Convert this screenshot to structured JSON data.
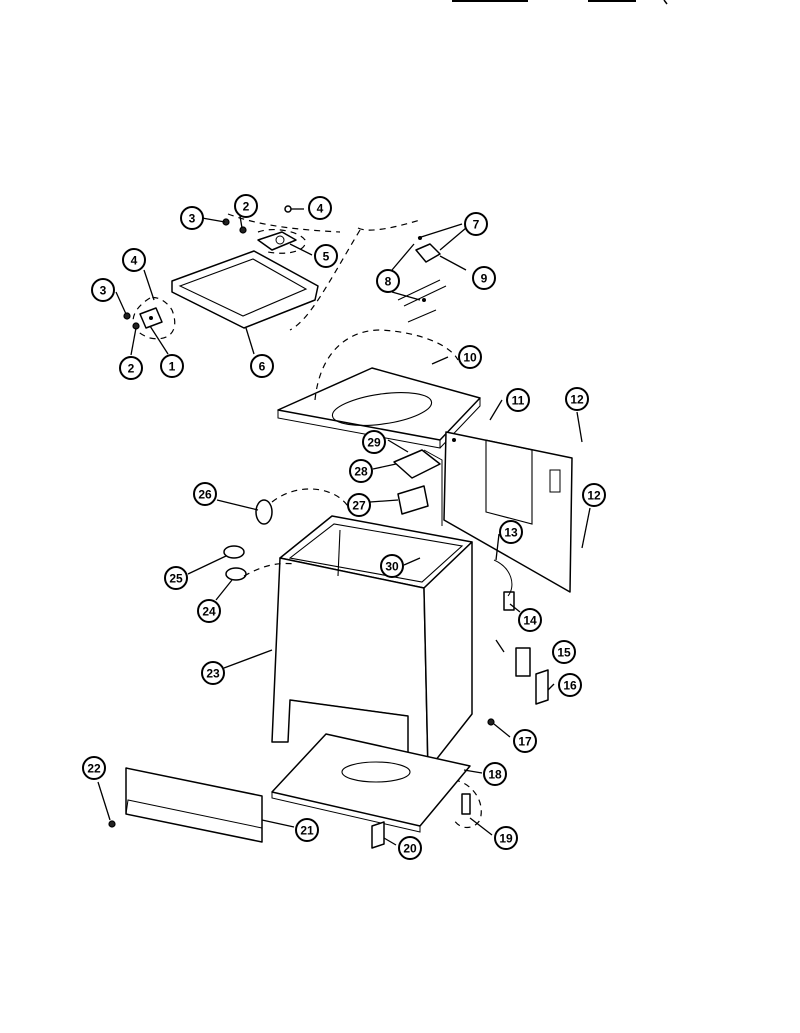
{
  "diagram": {
    "callouts": [
      {
        "label": "1"
      },
      {
        "label": "2"
      },
      {
        "label": "2"
      },
      {
        "label": "3"
      },
      {
        "label": "3"
      },
      {
        "label": "4"
      },
      {
        "label": "4"
      },
      {
        "label": "5"
      },
      {
        "label": "6"
      },
      {
        "label": "7"
      },
      {
        "label": "8"
      },
      {
        "label": "9"
      },
      {
        "label": "10"
      },
      {
        "label": "11"
      },
      {
        "label": "12"
      },
      {
        "label": "12"
      },
      {
        "label": "13"
      },
      {
        "label": "14"
      },
      {
        "label": "15"
      },
      {
        "label": "16"
      },
      {
        "label": "17"
      },
      {
        "label": "18"
      },
      {
        "label": "19"
      },
      {
        "label": "20"
      },
      {
        "label": "21"
      },
      {
        "label": "22"
      },
      {
        "label": "23"
      },
      {
        "label": "24"
      },
      {
        "label": "25"
      },
      {
        "label": "26"
      },
      {
        "label": "27"
      },
      {
        "label": "28"
      },
      {
        "label": "29"
      },
      {
        "label": "30"
      }
    ]
  }
}
